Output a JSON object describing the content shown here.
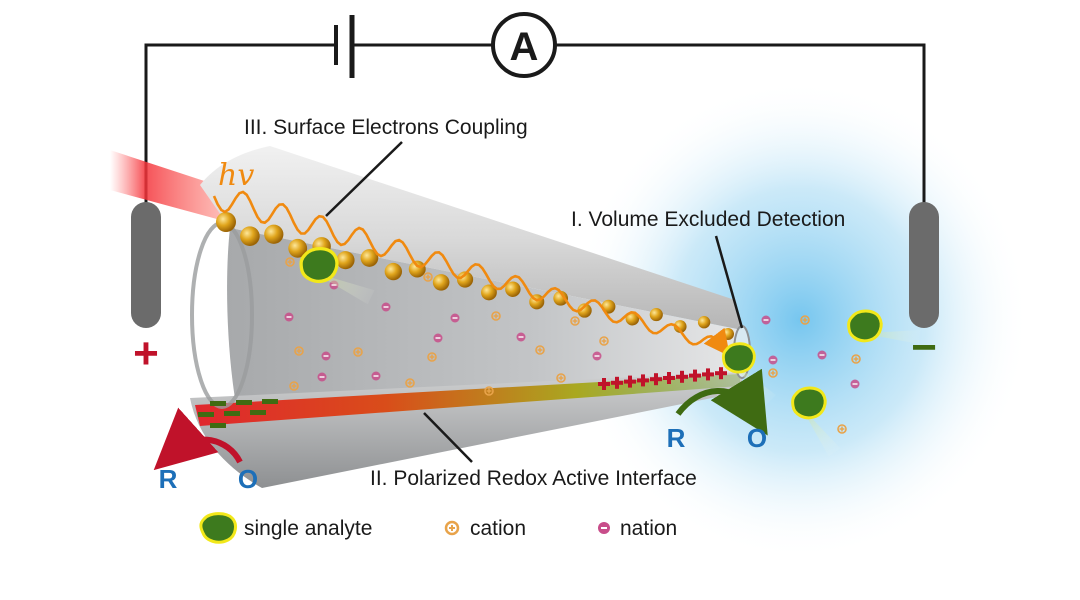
{
  "circuit": {
    "meter_symbol": "A",
    "anode_sign": "+",
    "cathode_sign": "−"
  },
  "labels": {
    "surface_coupling": "III. Surface Electrons Coupling",
    "volume_excluded": "I. Volume Excluded Detection",
    "polarized_interface": "II. Polarized Redox Active Interface",
    "photon": "hv"
  },
  "redox": {
    "left_r": "R",
    "left_o": "O",
    "right_r": "R",
    "right_o": "O"
  },
  "legend": {
    "analyte": "single analyte",
    "cation": "cation",
    "anion": "nation"
  },
  "colors": {
    "wire": "#1a1a1a",
    "electrode": "#6b6b6b",
    "anode_sign": "#c0122a",
    "cathode_sign": "#3f6b12",
    "laser": "#e0262e",
    "wave": "#f08a10",
    "gold_particle": "#d9960f",
    "analyte_fill": "#3d7a1e",
    "analyte_ring": "#f2e81a",
    "cation": "#e8a34a",
    "anion": "#c84d8a",
    "redox_text": "#1d6fb8",
    "left_arrow": "#c0122a",
    "right_arrow": "#3f6b12",
    "tube": "#b9bbbd"
  }
}
